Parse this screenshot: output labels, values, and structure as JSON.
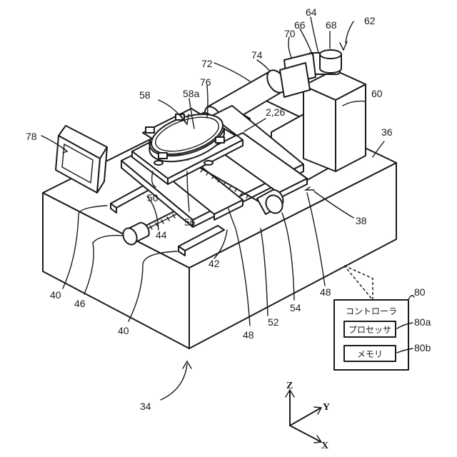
{
  "diagram": {
    "controller": {
      "title": "コントローラ",
      "processor": "プロセッサ",
      "memory": "メモリ"
    },
    "axes": {
      "z": "Z",
      "y": "Y",
      "x": "X"
    },
    "labels": {
      "n34": "34",
      "n36": "36",
      "n38": "38",
      "n40a": "40",
      "n40b": "40",
      "n42": "42",
      "n44": "44",
      "n46": "46",
      "n48a": "48",
      "n48b": "48",
      "n50": "50",
      "n52": "52",
      "n54": "54",
      "n56": "56",
      "n58": "58",
      "n58a": "58a",
      "n60": "60",
      "n62": "62",
      "n64": "64",
      "n66": "66",
      "n68": "68",
      "n70": "70",
      "n72": "72",
      "n74": "74",
      "n76": "76",
      "n78": "78",
      "n80": "80",
      "n80a": "80a",
      "n80b": "80b",
      "n226": "2,26"
    }
  }
}
